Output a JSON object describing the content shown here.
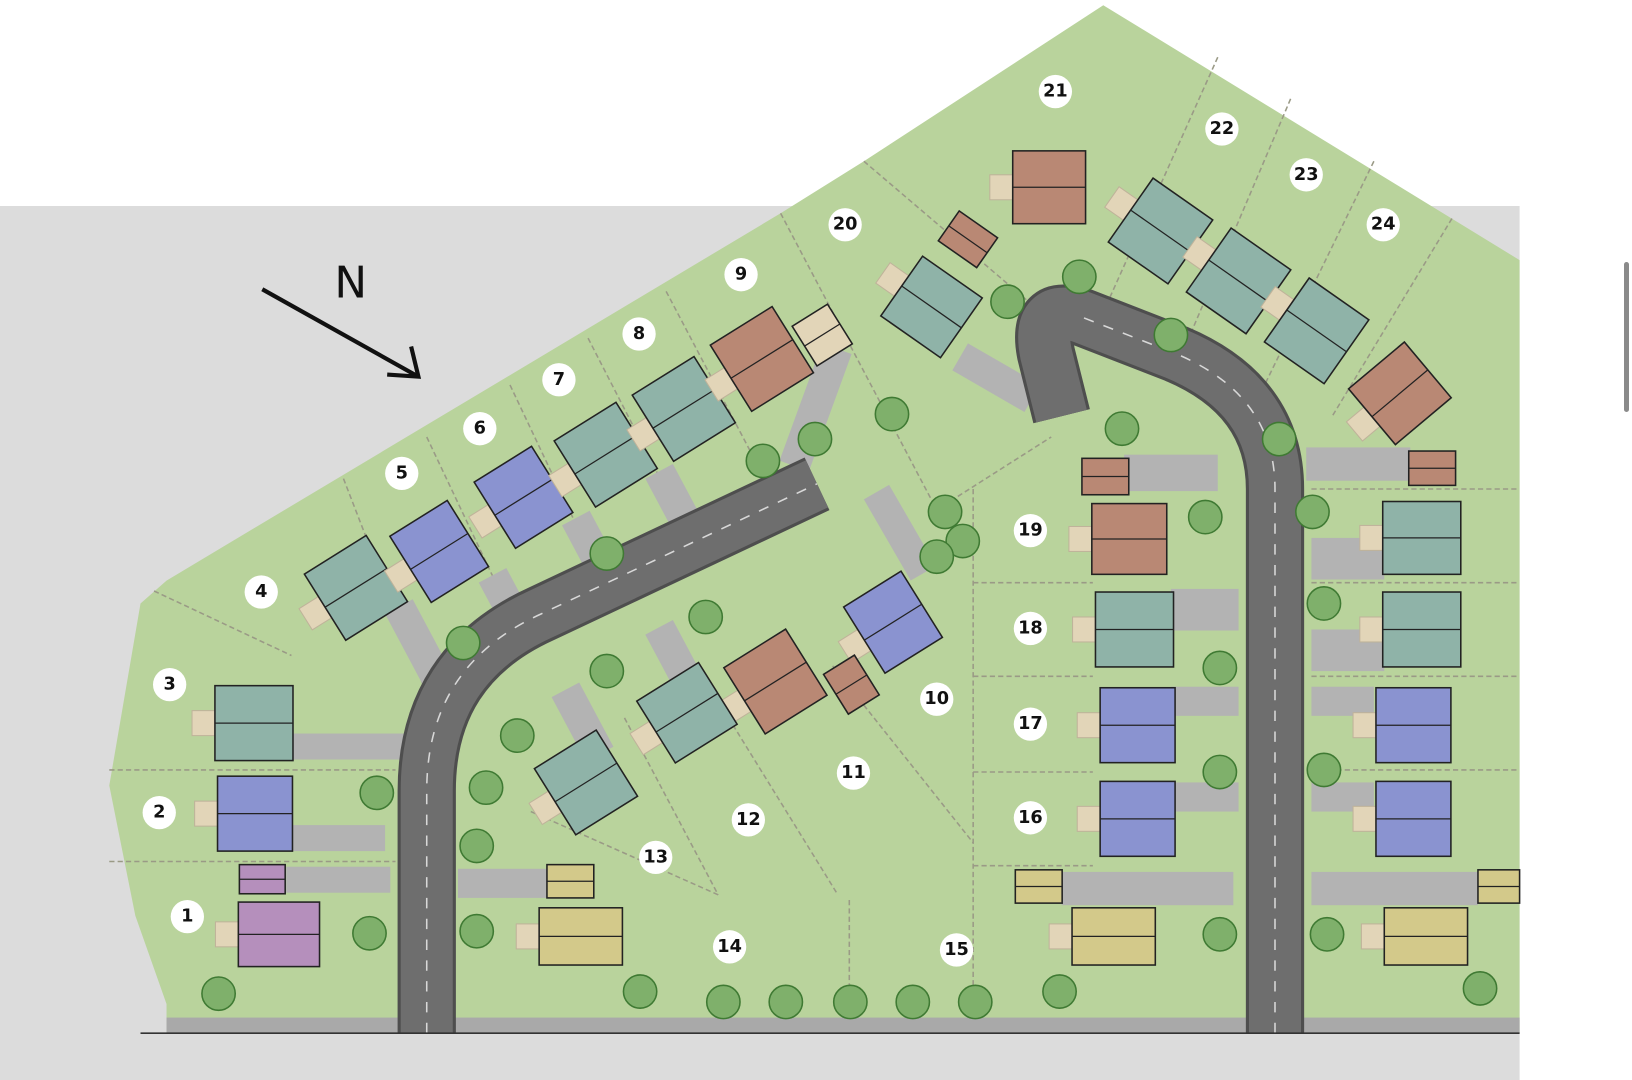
{
  "map": {
    "north_label": "N",
    "plots": [
      "1",
      "2",
      "3",
      "4",
      "5",
      "6",
      "7",
      "8",
      "9",
      "10",
      "11",
      "12",
      "13",
      "14",
      "15",
      "16",
      "17",
      "18",
      "19",
      "20",
      "21",
      "22",
      "23",
      "24"
    ]
  },
  "colors": {
    "background": "#ffffff",
    "surround": "#dcdcdc",
    "site_green": "#b9d39c",
    "road": "#6e6e6e",
    "driveway": "#b3b3b3",
    "house_teal": "#8fb3a8",
    "house_blue": "#8a93d0",
    "house_brown": "#b98874",
    "house_yellow": "#d3c98a",
    "house_purple": "#b58fbc",
    "tree": "#7fb06b",
    "patio": "#e2d5b8"
  }
}
